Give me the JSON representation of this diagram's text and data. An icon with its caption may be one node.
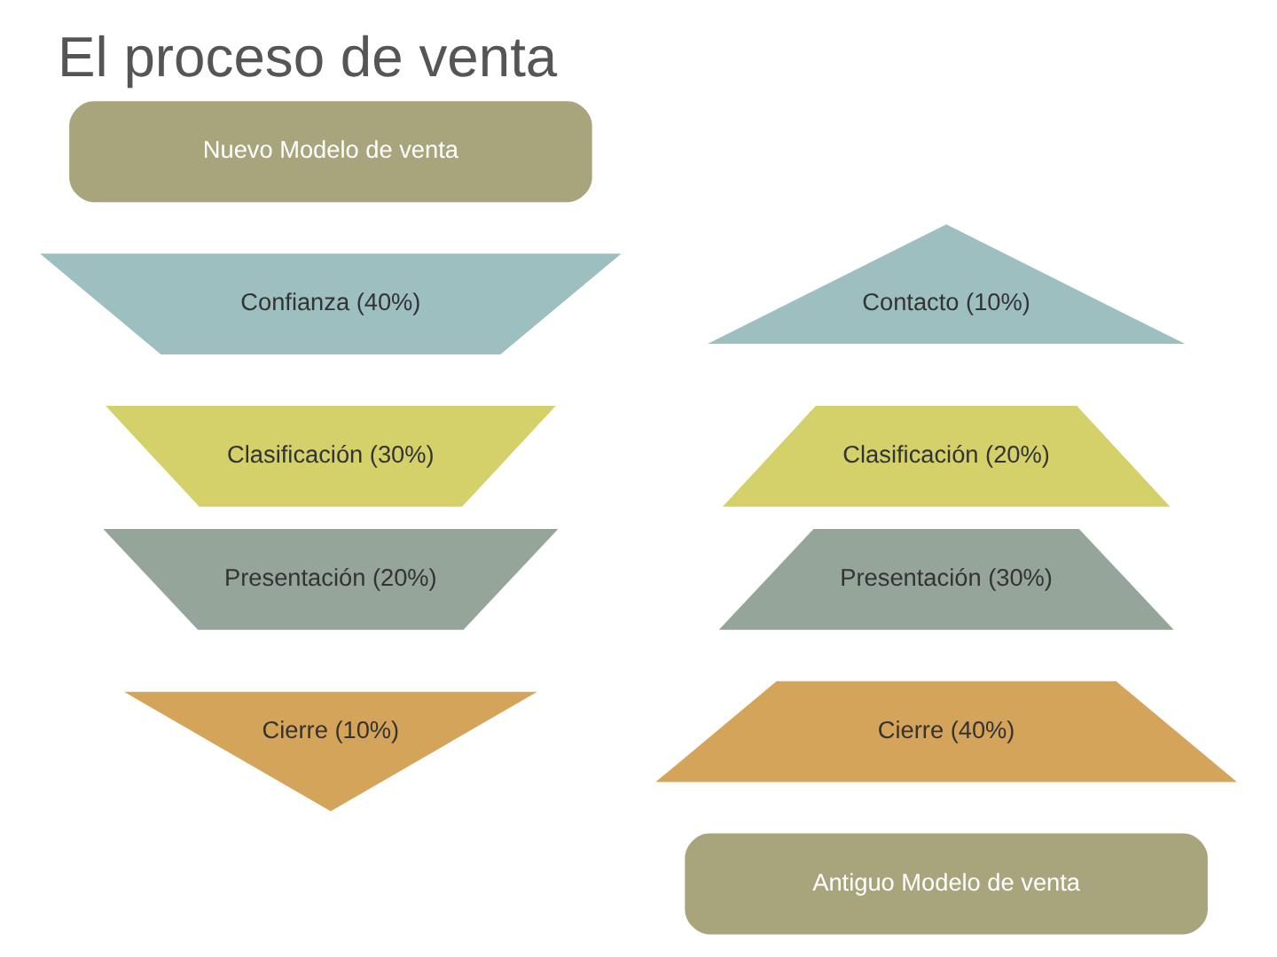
{
  "diagram": {
    "title": "El proceso de venta",
    "nodes": [
      {
        "text": [
          "Nuevo Modelo de venta"
        ]
      },
      {
        "text": [
          "Confianza (40%)"
        ]
      },
      {
        "text": [
          "Clasificación (30%)"
        ]
      },
      {
        "text": [
          "Presentación (20%)"
        ]
      },
      {
        "text": [
          "Cierre (10%)"
        ]
      },
      {
        "text": [
          "Contacto (10%)"
        ]
      },
      {
        "text": [
          "Clasificación (20%)"
        ]
      },
      {
        "text": [
          "Presentación (30%)"
        ]
      },
      {
        "text": [
          "Cierre (40%)"
        ]
      },
      {
        "text": [
          "Antiguo Modelo de venta"
        ]
      }
    ],
    "edges": []
  }
}
